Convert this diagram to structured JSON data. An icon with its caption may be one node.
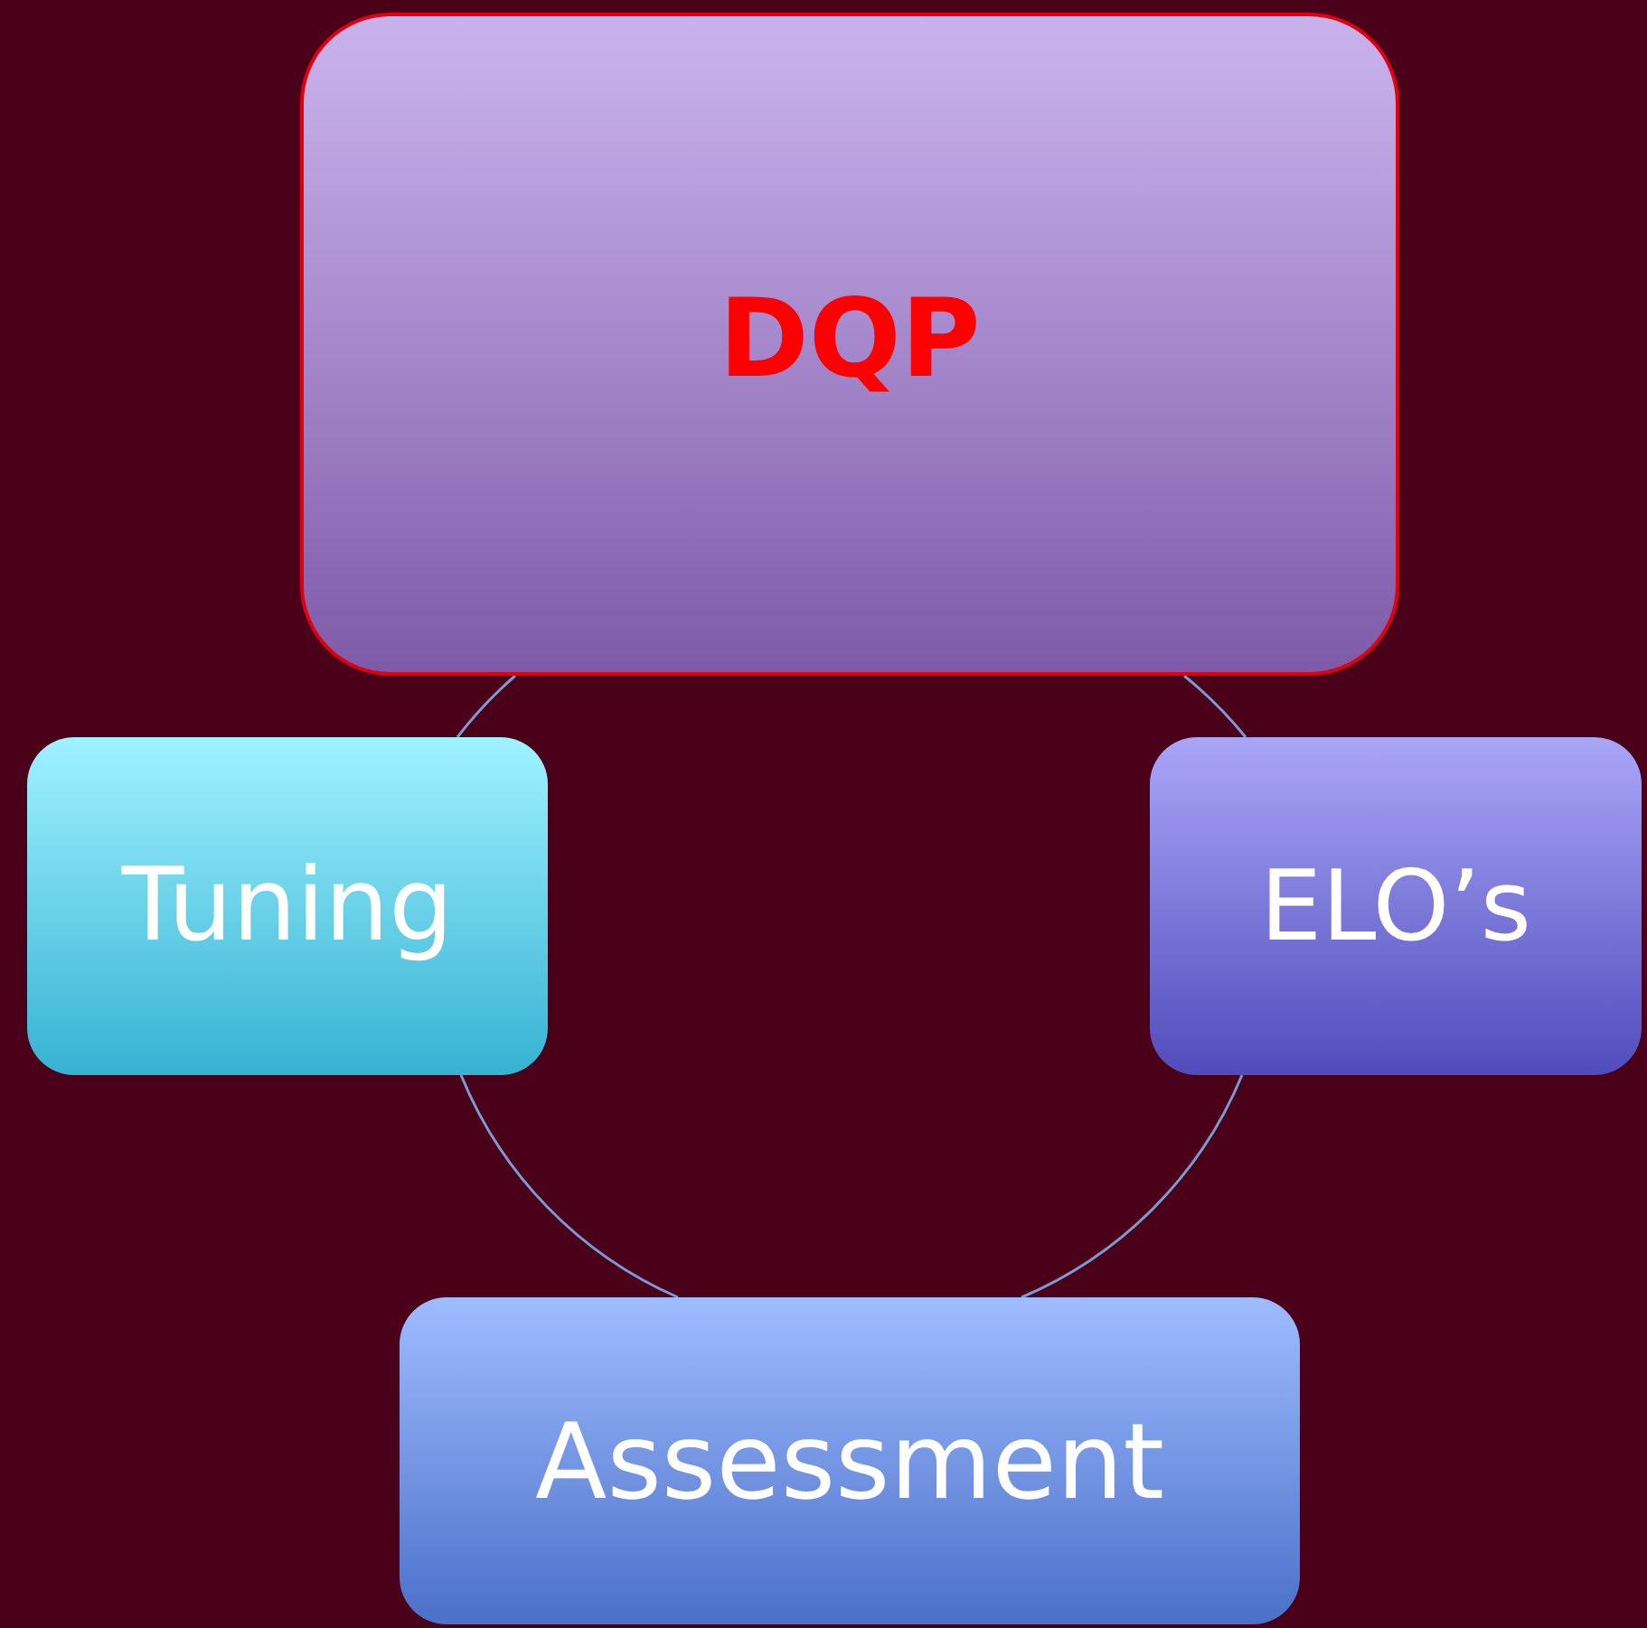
{
  "diagram": {
    "nodes": [
      {
        "text": [
          "DQP"
        ]
      },
      {
        "text": [
          "ELO’s"
        ]
      },
      {
        "text": [
          "Assessment"
        ]
      },
      {
        "text": [
          "Tuning"
        ]
      }
    ],
    "edges": [
      {
        "from": 0,
        "to": 1,
        "arrow": "none"
      },
      {
        "from": 1,
        "to": 2,
        "arrow": "none"
      },
      {
        "from": 2,
        "to": 3,
        "arrow": "none"
      },
      {
        "from": 3,
        "to": 0,
        "arrow": "none"
      }
    ]
  }
}
